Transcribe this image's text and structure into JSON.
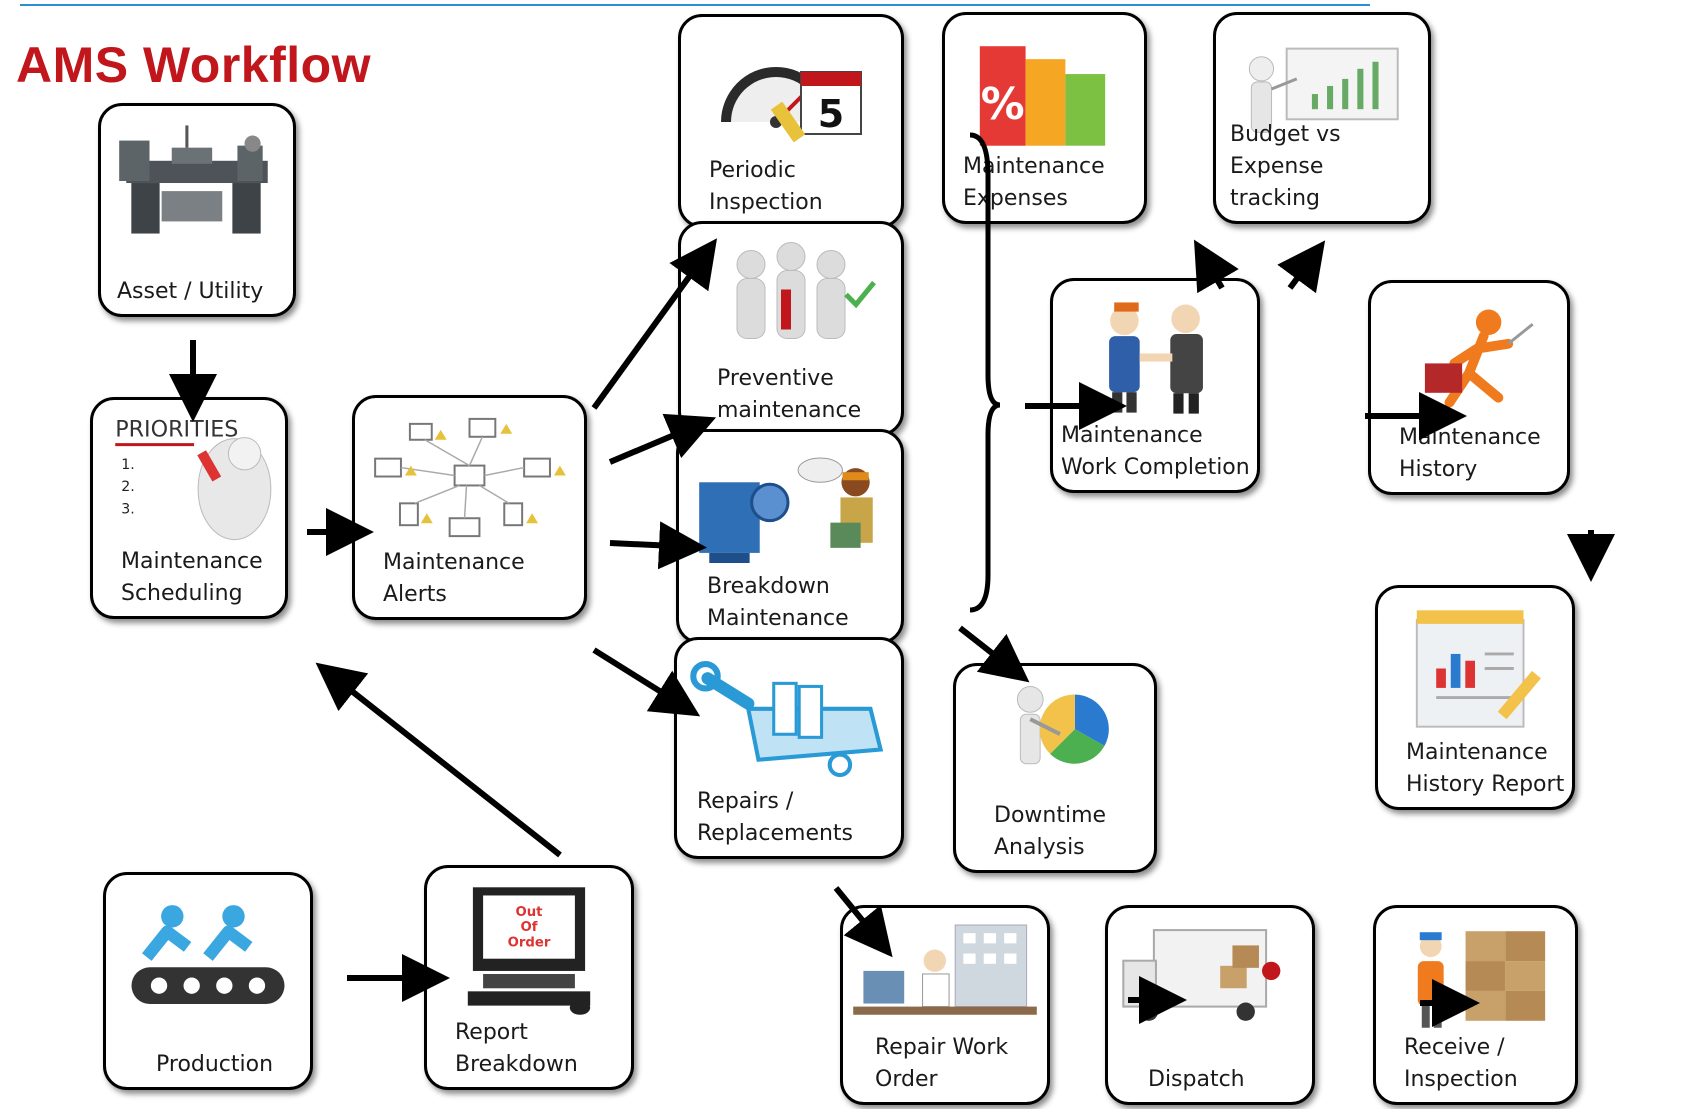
{
  "title": "AMS Workflow",
  "accent_colors": {
    "title": "#c0161c",
    "top_rule": "#2a8fd6"
  },
  "nodes": {
    "asset": {
      "label": "Asset / Utility",
      "icon": "lathe-machine-icon"
    },
    "scheduling": {
      "label": "Maintenance\nScheduling",
      "icon": "priorities-list-icon",
      "priorities_text": "PRIORITIES",
      "list_marks": [
        "1.",
        "2.",
        "3."
      ]
    },
    "alerts": {
      "label": "Maintenance\nAlerts",
      "icon": "alert-network-icon"
    },
    "periodic": {
      "label": "Periodic\nInspection",
      "icon": "gauge-calendar-icon",
      "calendar_day": "5"
    },
    "preventive": {
      "label": "Preventive\nmaintenance",
      "icon": "team-figures-icon"
    },
    "breakdown": {
      "label": "Breakdown\nMaintenance",
      "icon": "machine-technician-icon"
    },
    "repairs": {
      "label": "Repairs /\nReplacements",
      "icon": "toolbox-wrench-icon"
    },
    "expenses": {
      "label": "Maintenance\nExpenses",
      "icon": "percent-bar-chart-icon",
      "percent_sign": "%"
    },
    "budget": {
      "label": "Budget vs Expense\ntracking",
      "icon": "presentation-chart-icon"
    },
    "completion": {
      "label": "Maintenance\nWork Completion",
      "icon": "handshake-icon"
    },
    "history": {
      "label": "Maintenance\nHistory",
      "icon": "running-figure-briefcase-icon"
    },
    "history_report": {
      "label": "Maintenance\nHistory Report",
      "icon": "report-chart-pencil-icon"
    },
    "downtime": {
      "label": "Downtime\nAnalysis",
      "icon": "figure-pie-chart-icon"
    },
    "production": {
      "label": "Production",
      "icon": "conveyor-workers-icon"
    },
    "report_breakdown": {
      "label": "Report\nBreakdown",
      "icon": "computer-out-of-order-icon",
      "screen_text": [
        "Out",
        "Of",
        "Order"
      ]
    },
    "repair_order": {
      "label": "Repair Work\nOrder",
      "icon": "office-worker-icon"
    },
    "dispatch": {
      "label": "Dispatch",
      "icon": "delivery-truck-icon"
    },
    "receive": {
      "label": "Receive /\nInspection",
      "icon": "worker-boxes-icon"
    }
  }
}
